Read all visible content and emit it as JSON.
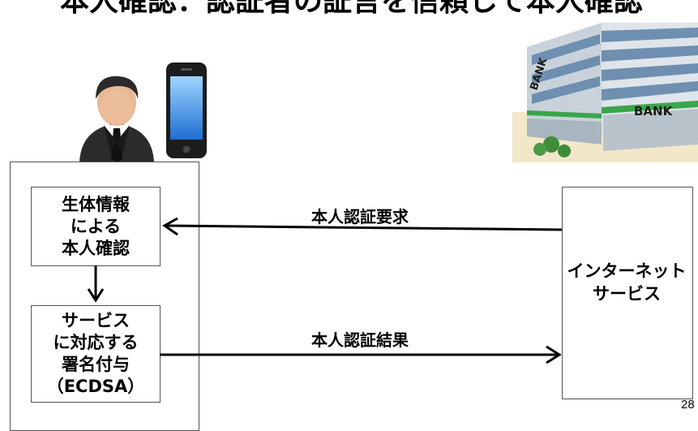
{
  "slide": {
    "title": "本人確認：認証者の証言を信頼して本人確認",
    "page_number": "28"
  },
  "user_side": {
    "step1_label": "生体情報\nによる\n本人確認",
    "step2_label": "サービス\nに対応する\n署名付与\n（ECDSA）"
  },
  "service_side": {
    "label": "インターネット\nサービス",
    "bank_sign": "BANK"
  },
  "messages": {
    "request": "本人認証要求",
    "result": "本人認証結果"
  },
  "icons": {
    "person": "businessman-icon",
    "phone": "smartphone-icon",
    "bank": "bank-building-icon"
  }
}
